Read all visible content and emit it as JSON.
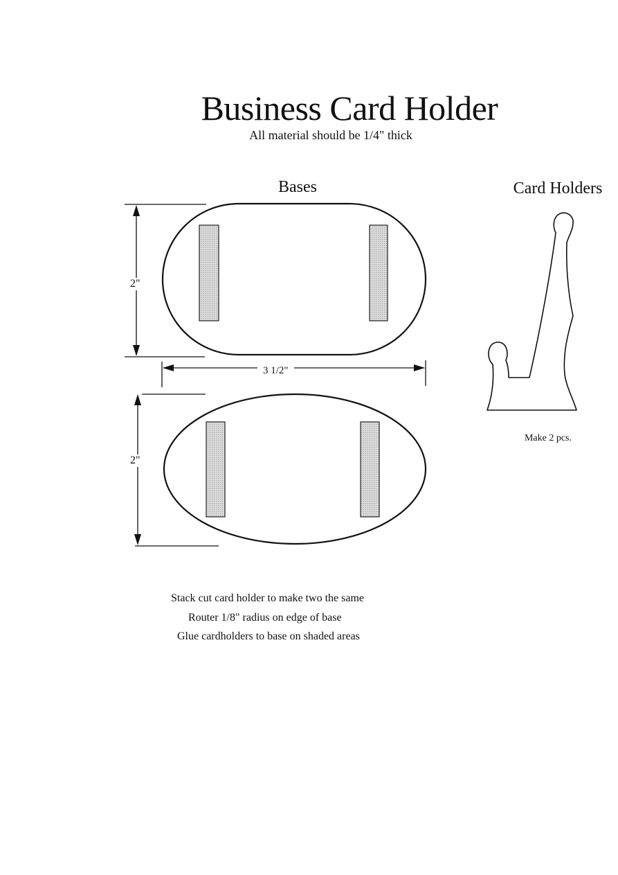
{
  "title": "Business Card Holder",
  "subtitle": "All material should be 1/4\" thick",
  "bases": {
    "heading": "Bases",
    "height_label_top": "2\"",
    "height_label_bottom": "2\"",
    "width_label": "3 1/2\""
  },
  "card_holders": {
    "heading": "Card Holders",
    "quantity_note": "Make 2 pcs."
  },
  "instructions": [
    "Stack cut card holder to make two the same",
    "Router 1/8\" radius on edge of base",
    "Glue cardholders to base on shaded areas"
  ],
  "colors": {
    "line": "#111111",
    "shaded_area": "#cfcfcf",
    "background": "#ffffff"
  }
}
